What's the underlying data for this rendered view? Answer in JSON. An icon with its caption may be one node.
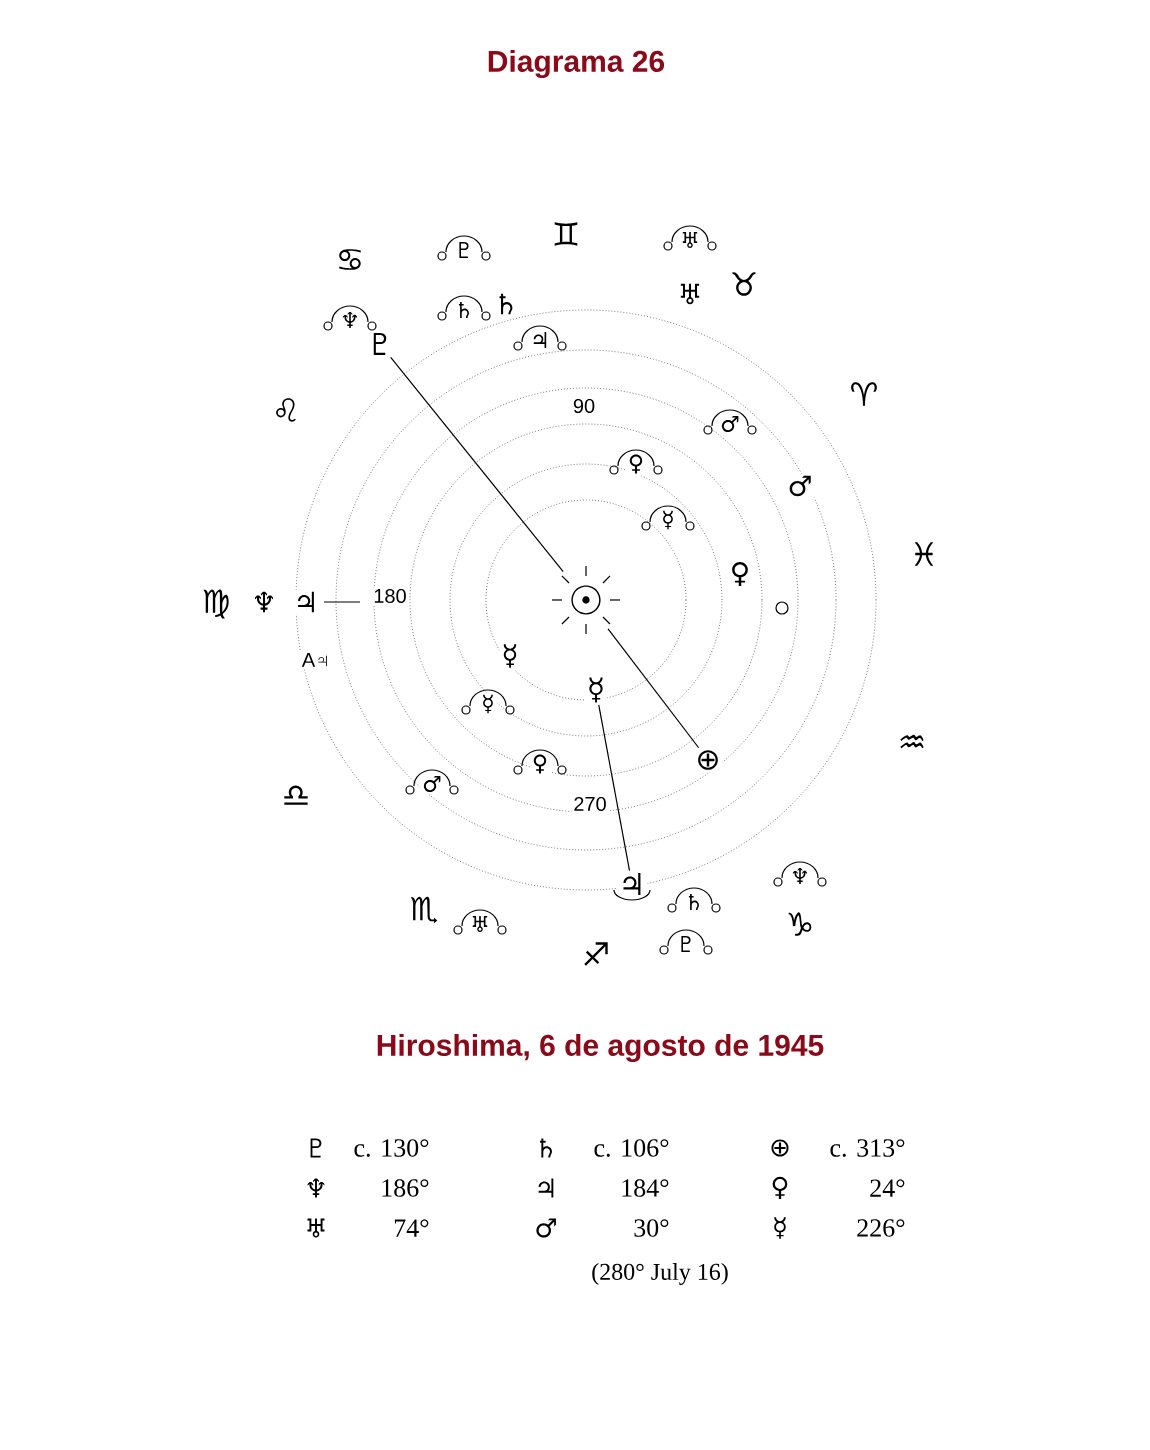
{
  "diagram": {
    "title": "Diagrama 26",
    "caption": "Hiroshima, 6 de agosto de 1945",
    "nodes": [
      {
        "text": [
          "☉"
        ]
      },
      {
        "text": [
          "♇"
        ]
      },
      {
        "text": [
          "⊕"
        ]
      },
      {
        "text": [
          "☿"
        ]
      },
      {
        "text": [
          "♃"
        ]
      }
    ],
    "edges": [
      {
        "from": 1,
        "to": 0,
        "arrow": "none"
      },
      {
        "from": 0,
        "to": 2,
        "arrow": "none"
      },
      {
        "from": 3,
        "to": 4,
        "arrow": "none"
      }
    ],
    "labels": [
      "♅",
      "♊",
      "♇",
      "♋",
      "♉",
      "♅",
      "♄",
      "♄",
      "♆",
      "♃",
      "♈",
      "90",
      "♌",
      "♂",
      "♀",
      "♂",
      "☿",
      "♓",
      "♀",
      "♍",
      "♆",
      "♃",
      "180",
      "A♃",
      "☿",
      "☿",
      "♒",
      "♀",
      "♂",
      "♎",
      "270",
      "♆",
      "♄",
      "♏",
      "♅",
      "♑",
      "♇",
      "♐",
      "♇",
      "c. 130°",
      "♄",
      "c. 106°",
      "⊕",
      "c. 313°",
      "♆",
      "186°",
      "♃",
      "184°",
      "♀",
      "24°",
      "♅",
      "74°",
      "♂",
      "30°",
      "☿",
      "226°",
      "(280° July 16)"
    ]
  }
}
